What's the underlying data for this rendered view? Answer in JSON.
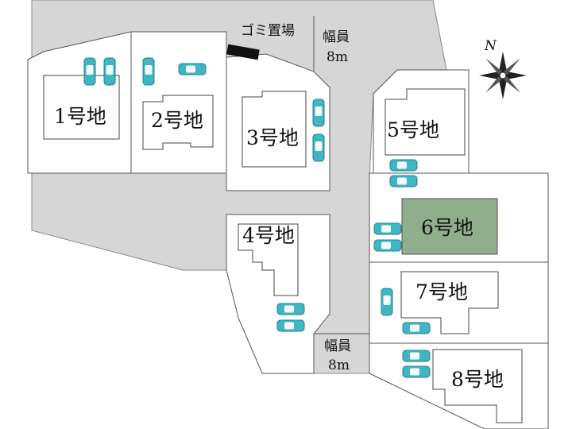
{
  "lots": [
    {
      "id": "lot-1",
      "label": "1号地",
      "highlight": false
    },
    {
      "id": "lot-2",
      "label": "2号地",
      "highlight": false
    },
    {
      "id": "lot-3",
      "label": "3号地",
      "highlight": false
    },
    {
      "id": "lot-4",
      "label": "4号地",
      "highlight": false
    },
    {
      "id": "lot-5",
      "label": "5号地",
      "highlight": false
    },
    {
      "id": "lot-6",
      "label": "6号地",
      "highlight": true
    },
    {
      "id": "lot-7",
      "label": "7号地",
      "highlight": false
    },
    {
      "id": "lot-8",
      "label": "8号地",
      "highlight": false
    }
  ],
  "labels": {
    "garbage": "ゴミ置場",
    "road_top_title": "幅員",
    "road_top_width": "8m",
    "road_bottom_title": "幅員",
    "road_bottom_width": "8m",
    "north": "N"
  },
  "colors": {
    "road": "#d6d6d6",
    "highlight_lot": "#8fae8b",
    "car_body": "#3fb6c4",
    "car_glass": "#f4fbfc",
    "garbage_box": "#111111"
  },
  "icons": [
    "car-icon",
    "compass-rose-icon"
  ]
}
